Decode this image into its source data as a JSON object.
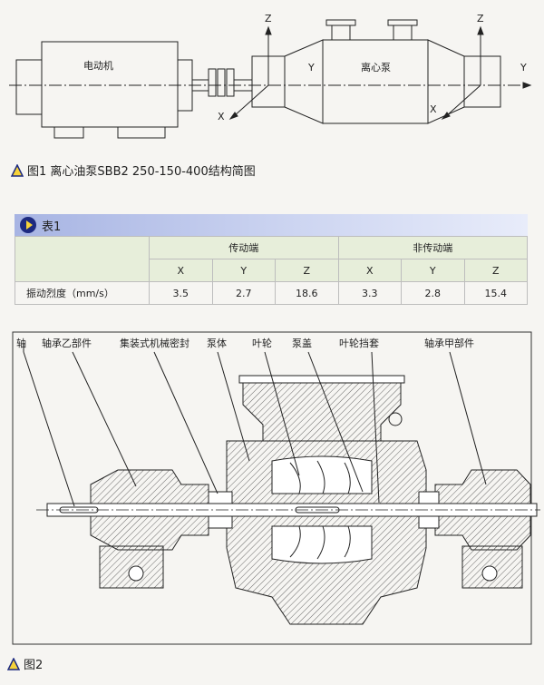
{
  "figure1": {
    "motor_label": "电动机",
    "pump_label": "离心泵",
    "axis_z_left": "Z",
    "axis_y_left": "Y",
    "axis_x_left": "X",
    "axis_z_right": "Z",
    "axis_y_right": "Y",
    "axis_x_right": "X",
    "caption": "图1  离心油泵SBB2  250-150-400结构简图"
  },
  "table": {
    "title": "表1",
    "group_drive": "传动端",
    "group_nondrive": "非传动端",
    "axes": [
      "X",
      "Y",
      "Z",
      "X",
      "Y",
      "Z"
    ],
    "row_label": "振动烈度（mm/s）",
    "values": [
      "3.5",
      "2.7",
      "18.6",
      "3.3",
      "2.8",
      "15.4"
    ]
  },
  "figure2": {
    "labels": [
      "轴",
      "轴承乙部件",
      "集装式机械密封",
      "泵体",
      "叶轮",
      "泵盖",
      "叶轮挡套",
      "轴承甲部件"
    ],
    "caption": "图2"
  },
  "colors": {
    "accent_blue": "#1d2a80",
    "accent_yellow": "#f6d23a",
    "table_header": "#e7eeda"
  }
}
